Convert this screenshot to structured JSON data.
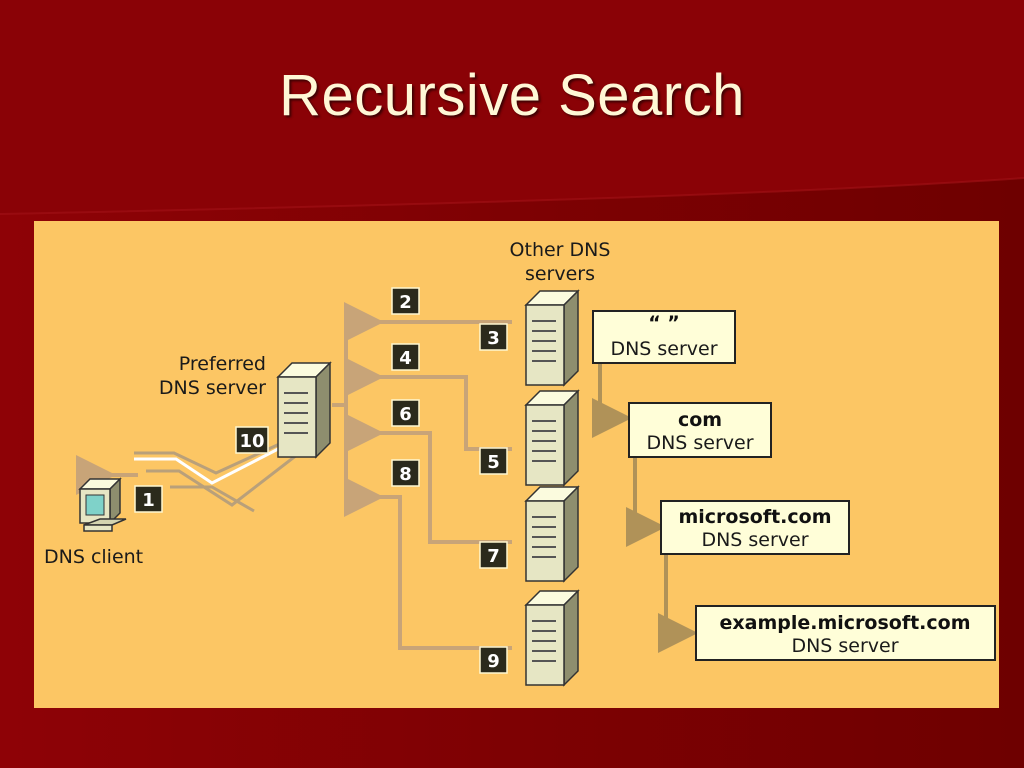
{
  "slide": {
    "title": "Recursive Search",
    "colors": {
      "background": "#7a0000",
      "panel": "#fcc664",
      "title_text": "#fff7d6",
      "label_box": "#fffed8",
      "step_badge": "#2b2a1c"
    }
  },
  "diagram": {
    "other_servers_label": [
      "Other DNS",
      "servers"
    ],
    "preferred_label": [
      "Preferred",
      "DNS server"
    ],
    "client_label": "DNS client",
    "hierarchy": [
      {
        "line1": "“  ”",
        "line2": "DNS server"
      },
      {
        "line1": "com",
        "line2": "DNS server"
      },
      {
        "line1": "microsoft.com",
        "line2": "DNS server"
      },
      {
        "line1": "example.microsoft.com",
        "line2": "DNS server"
      }
    ],
    "steps": [
      "1",
      "2",
      "3",
      "4",
      "5",
      "6",
      "7",
      "8",
      "9",
      "10"
    ],
    "icons": {
      "client": "computer-icon",
      "server": "server-tower-icon"
    }
  }
}
